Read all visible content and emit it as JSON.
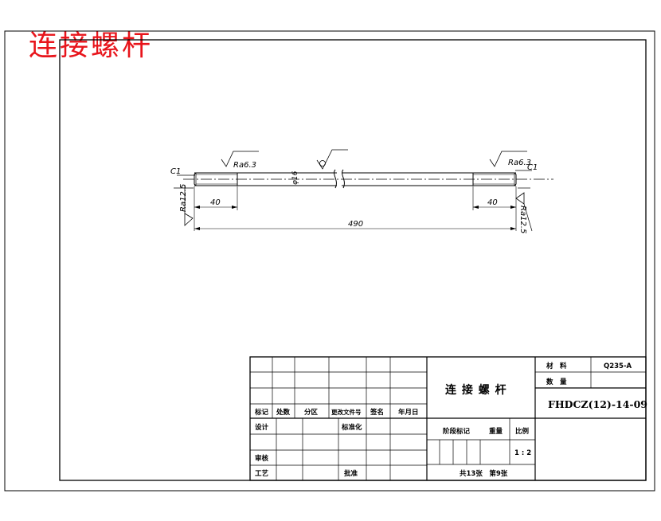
{
  "red_title": "连接螺杆",
  "drawing": {
    "chamfer_left": "C1",
    "chamfer_right": "C1",
    "roughness_left": "Ra6.3",
    "roughness_right": "Ra6.3",
    "roughness_end_left": "Ra12.5",
    "roughness_end_right": "Ra12.5",
    "diameter": "φ16",
    "dim_thread_left": "40",
    "dim_thread_right": "40",
    "dim_total": "490"
  },
  "title_block": {
    "part_name": "连 接 螺 杆",
    "material_label": "材　料",
    "material_value": "Q235-A",
    "quantity_label": "数　量",
    "quantity_value": "",
    "drawing_number": "FHDCZ(12)-14-09",
    "rev_headers": [
      "标记",
      "处数",
      "分区",
      "更改文件号",
      "签名",
      "年月日"
    ],
    "design_label": "设计",
    "standardize_label": "标准化",
    "review_label": "审核",
    "process_label": "工艺",
    "approve_label": "批准",
    "stage_label": "阶段标记",
    "weight_label": "重量",
    "scale_label": "比例",
    "scale_value": "1 : 2",
    "sheets": "共13张　第9张"
  }
}
